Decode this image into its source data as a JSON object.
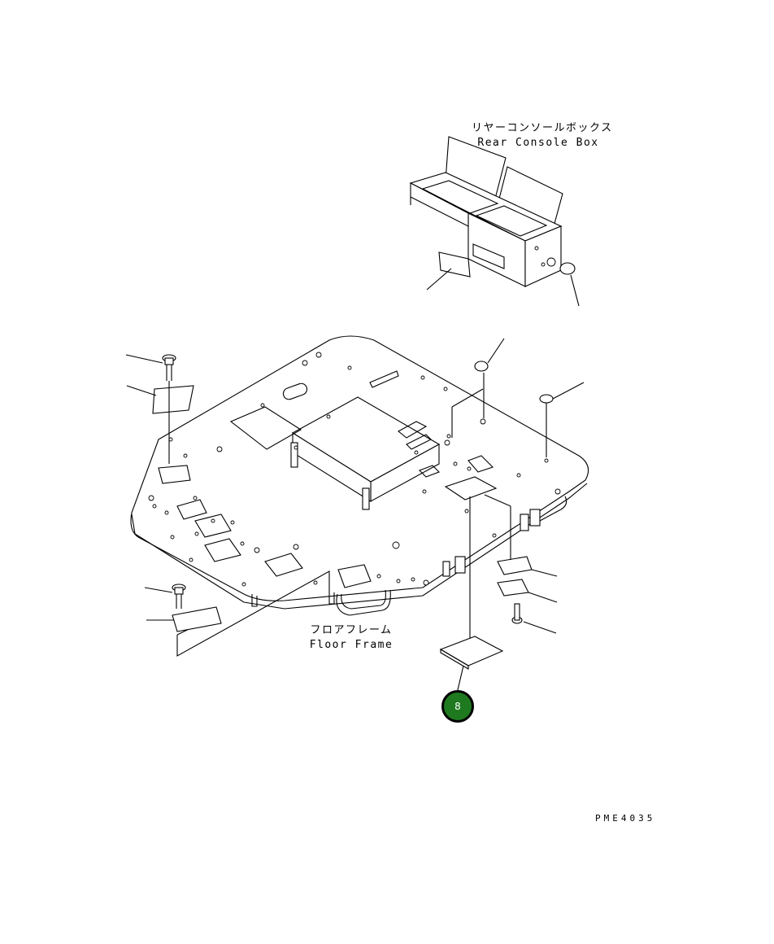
{
  "labels": {
    "rear_console_jp": "リヤーコンソールボックス",
    "rear_console_en": "Rear Console Box",
    "floor_frame_jp": "フロアフレーム",
    "floor_frame_en": "Floor Frame",
    "drawing_code": "PME4035"
  },
  "callouts": [
    {
      "number": "8",
      "color": "#1f7a1f"
    }
  ]
}
